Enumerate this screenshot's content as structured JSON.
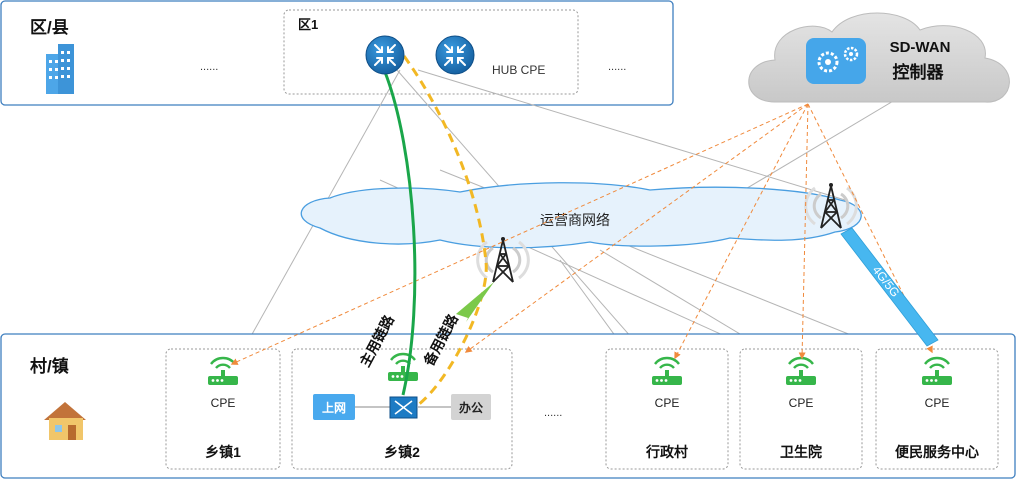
{
  "top_region": {
    "title": "区/县",
    "ellipsis_left": "......",
    "ellipsis_right": "......",
    "district": {
      "label": "区1",
      "hub_label": "HUB CPE"
    }
  },
  "controller": {
    "line1": "SD-WAN",
    "line2": "控制器"
  },
  "carrier_network": {
    "label": "运营商网络"
  },
  "links": {
    "primary": "主用链路",
    "backup": "备用链路",
    "wireless": "4G/5G"
  },
  "bottom_region": {
    "title": "村/镇",
    "ellipsis": "......",
    "sites": [
      {
        "name": "乡镇1",
        "device": "CPE"
      },
      {
        "name": "乡镇2",
        "left_box": "上网",
        "right_box": "办公"
      },
      {
        "name": "行政村",
        "device": "CPE"
      },
      {
        "name": "卫生院",
        "device": "CPE"
      },
      {
        "name": "便民服务中心",
        "device": "CPE"
      }
    ]
  },
  "colors": {
    "primary_link": "#1aa64a",
    "backup_link": "#f2b824",
    "control_link": "#f08a3c",
    "cpe_green": "#36b64a",
    "router_blue": "#1d7bc4",
    "cloud_gray": "#d6d6d6",
    "carrier_cloud_fill": "#e3f0fb",
    "carrier_cloud_stroke": "#4a9ee0",
    "wireless_bar": "#47b7f0"
  }
}
